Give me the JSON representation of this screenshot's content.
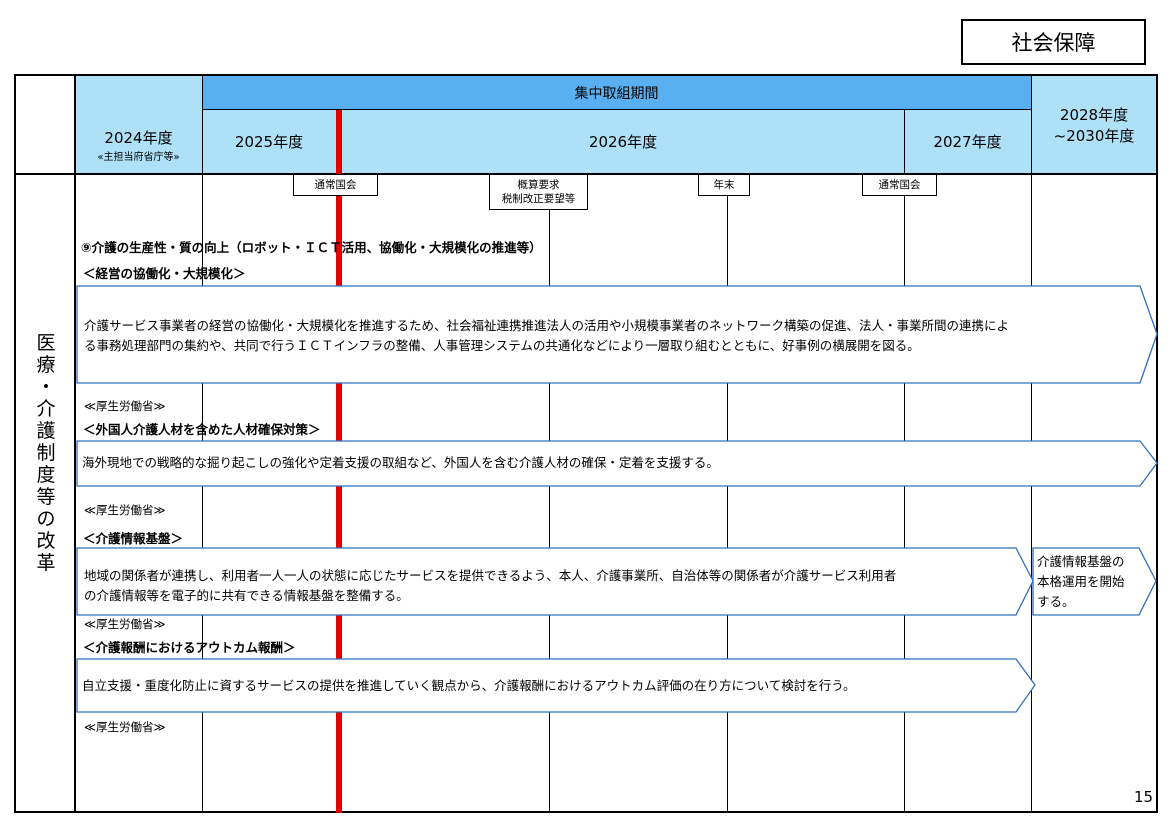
{
  "category_tag": "社会保障",
  "header": {
    "intensive_period": "集中取組期間",
    "fy2024": "2024年度",
    "fy2024_sub": "«主担当府省庁等»",
    "fy2025": "2025年度",
    "fy2026": "2026年度",
    "fy2027": "2027年度",
    "fy2028_line1": "2028年度",
    "fy2028_line2": "~2030年度"
  },
  "events": {
    "diet1": "通常国会",
    "budget_line1": "概算要求",
    "budget_line2": "税制改正要望等",
    "year_end": "年末",
    "diet2": "通常国会"
  },
  "side_label": "医療・介護制度等の改革",
  "section": {
    "title": "⑨介護の生産性・質の向上（ロボット・ＩＣＴ活用、協働化・大規模化の推進等）",
    "items": [
      {
        "heading": "＜経営の協働化・大規模化＞",
        "line1": "介護サービス事業者の経営の協働化・大規模化を推進するため、社会福祉連携推進法人の活用や小規模事業者のネットワーク構築の促進、法人・事業所間の連携によ",
        "line2": "る事務処理部門の集約や、共同で行うＩＣＴインフラの整備、人事管理システムの共通化などにより一層取り組むとともに、好事例の横展開を図る。",
        "ministry": "≪厚生労働省≫"
      },
      {
        "heading": "＜外国人介護人材を含めた人材確保対策＞",
        "line1": "海外現地での戦略的な掘り起こしの強化や定着支援の取組など、外国人を含む介護人材の確保・定着を支援する。",
        "ministry": "≪厚生労働省≫"
      },
      {
        "heading": "＜介護情報基盤＞",
        "line1": "地域の関係者が連携し、利用者一人一人の状態に応じたサービスを提供できるよう、本人、介護事業所、自治体等の関係者が介護サービス利用者",
        "line2": "の介護情報等を電子的に共有できる情報基盤を整備する。",
        "ministry": "≪厚生労働省≫",
        "followup_line1": "介護情報基盤の",
        "followup_line2": "本格運用を開始",
        "followup_line3": "する。"
      },
      {
        "heading": "＜介護報酬におけるアウトカム報酬＞",
        "line1": "自立支援・重度化防止に資するサービスの提供を推進していく観点から、介護報酬におけるアウトカム評価の在り方について検討を行う。",
        "ministry": "≪厚生労働省≫"
      }
    ]
  },
  "page_number": "15",
  "colors": {
    "header_light": "#aee1f8",
    "header_dark": "#5aaff0",
    "red_line": "#e10000",
    "arrow_border": "#2f6fc0"
  }
}
